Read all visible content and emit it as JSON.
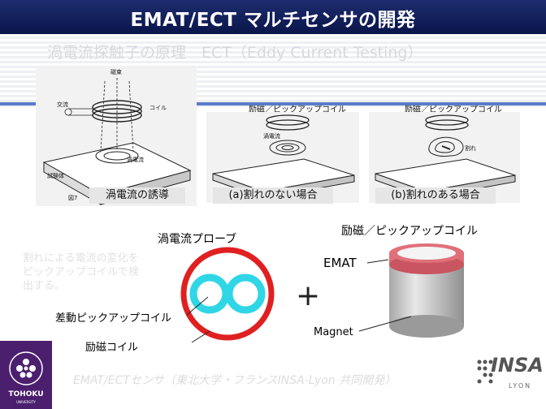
{
  "title": "EMAT/ECT マルチセンサの開発",
  "subtitle": "渦電流探触子の原理　ECT（Eddy Current Testing）",
  "figure1": {
    "label_jiso": "磁束",
    "label_koryu": "交流",
    "label_coil": "コイル",
    "label_uzudenryu": "渦電流",
    "label_shikentai": "試験体",
    "label_fig": "図7",
    "caption": "渦電流の誘導"
  },
  "figure2": {
    "coil_label": "励磁／ピックアップコイル",
    "current_label": "渦電流",
    "caption": "(a)割れのない場合"
  },
  "figure3": {
    "coil_label": "励磁／ピックアップコイル",
    "crack_label": "割れ",
    "caption": "(b)割れのある場合"
  },
  "probe": {
    "title": "渦電流プローブ",
    "pickup_label": "差動ピックアップコイル",
    "excite_label": "励磁コイル"
  },
  "plus": "+",
  "emat": {
    "title": "励磁／ピックアップコイル",
    "emat_label": "EMAT",
    "magnet_label": "Magnet"
  },
  "left_note": "割れによる電流の変化をピックアップコイルで検出する。",
  "footer": "EMAT/ECTセンサ（東北大学・フランスINSA-Lyon 共同開発）",
  "logos": {
    "tohoku": "TOHOKU",
    "tohoku_sub": "UNIVERSITY",
    "insa": "INSA",
    "lyon": "LYON"
  },
  "colors": {
    "title_bar": "#142262",
    "blue_rule": "#5a7dc8",
    "probe_red": "#e02020",
    "probe_cyan": "#2fd6e6",
    "emat_ring": "#e0707a",
    "tohoku_purple": "#4b1f6e"
  }
}
